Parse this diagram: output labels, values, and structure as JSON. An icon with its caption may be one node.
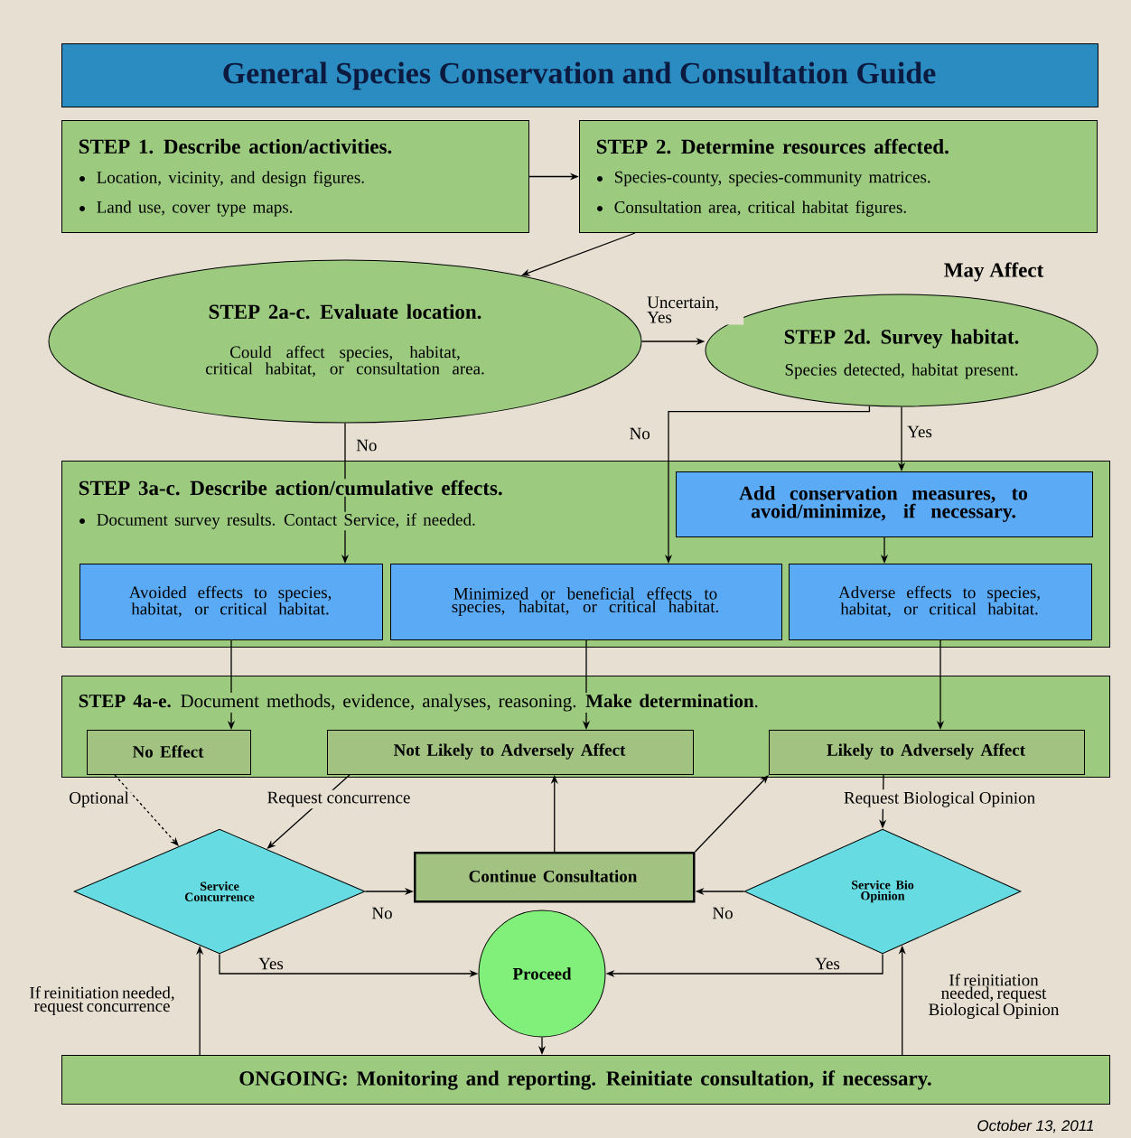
{
  "diagram": {
    "title": "General Species Conservation and Consultation Guide",
    "nodes": [
      {
        "text": [
          "STEP 1. Describe action/activities.",
          "Location, vicinity, and design figures.",
          "Land use, cover type maps."
        ]
      },
      {
        "text": [
          "STEP 2. Determine resources affected.",
          "Species-county, species-community matrices.",
          "Consultation area, critical habitat figures."
        ]
      },
      {
        "text": [
          "STEP 2a-c. Evaluate location.",
          "Could affect species, habitat, critical habitat, or consultation area."
        ]
      },
      {
        "text": [
          "STEP 2d. Survey habitat.",
          "Species detected, habitat present."
        ]
      },
      {
        "text": [
          "STEP 3a-c. Describe action/cumulative effects.",
          "Document survey results. Contact Service, if needed."
        ]
      },
      {
        "text": [
          "Add conservation measures, to avoid/minimize, if necessary."
        ],
        "in": 4
      },
      {
        "text": [
          "Avoided effects to species, habitat, or critical habitat."
        ],
        "in": 4
      },
      {
        "text": [
          "Minimized or beneficial effects to species, habitat, or critical habitat."
        ],
        "in": 4
      },
      {
        "text": [
          "Adverse effects to species, habitat, or critical habitat."
        ],
        "in": 4
      },
      {
        "text": [
          "**STEP 4a-e.** Document methods, evidence, analyses, reasoning. **Make determination**."
        ]
      },
      {
        "text": [
          "No Effect"
        ],
        "in": 9
      },
      {
        "text": [
          "Not Likely to Adversely Affect"
        ],
        "in": 9
      },
      {
        "text": [
          "Likely to Adversely Affect"
        ],
        "in": 9
      },
      {
        "text": [
          "Service Concurrence"
        ]
      },
      {
        "text": [
          "Continue Consultation"
        ]
      },
      {
        "text": [
          "Service Bio Opinion"
        ]
      },
      {
        "text": [
          "Proceed"
        ]
      },
      {
        "text": [
          "ONGOING: Monitoring and reporting. Reinitiate consultation, if necessary."
        ]
      }
    ],
    "edges": [
      {
        "from": 0,
        "to": 1,
        "arrow": "to"
      },
      {
        "from": 1,
        "to": 2,
        "arrow": "to"
      },
      {
        "from": 2,
        "to": 3,
        "arrow": "to",
        "label": "Uncertain, Yes"
      },
      {
        "from": 2,
        "to": 6,
        "arrow": "to",
        "label": "No"
      },
      {
        "from": 3,
        "to": 7,
        "arrow": "to",
        "label": "No"
      },
      {
        "from": 3,
        "to": 5,
        "arrow": "to",
        "label": "Yes"
      },
      {
        "from": 5,
        "to": 8,
        "arrow": "to"
      },
      {
        "from": 6,
        "to": 10,
        "arrow": "to"
      },
      {
        "from": 7,
        "to": 11,
        "arrow": "to"
      },
      {
        "from": 8,
        "to": 12,
        "arrow": "to"
      },
      {
        "from": 10,
        "to": 13,
        "arrow": "to",
        "label": "Optional",
        "style": "dashed"
      },
      {
        "from": 11,
        "to": 13,
        "arrow": "to",
        "label": "Request concurrence"
      },
      {
        "from": 12,
        "to": 15,
        "arrow": "to",
        "label": "Request Biological Opinion"
      },
      {
        "from": 13,
        "to": 14,
        "arrow": "to",
        "label": "No"
      },
      {
        "from": 15,
        "to": 14,
        "arrow": "to",
        "label": "No"
      },
      {
        "from": 14,
        "to": 11,
        "arrow": "to"
      },
      {
        "from": 14,
        "to": 12,
        "arrow": "to"
      },
      {
        "from": 13,
        "to": 16,
        "arrow": "to",
        "label": "Yes"
      },
      {
        "from": 15,
        "to": 16,
        "arrow": "to",
        "label": "Yes"
      },
      {
        "from": 16,
        "to": 17,
        "arrow": "to"
      },
      {
        "from": 17,
        "to": 13,
        "arrow": "to",
        "label": "If reinitiation needed, request concurrence"
      },
      {
        "from": 17,
        "to": 15,
        "arrow": "to",
        "label": "If reinitiation needed, request Biological Opinion"
      }
    ],
    "labels": [
      "May Affect",
      "October 13, 2011"
    ]
  }
}
